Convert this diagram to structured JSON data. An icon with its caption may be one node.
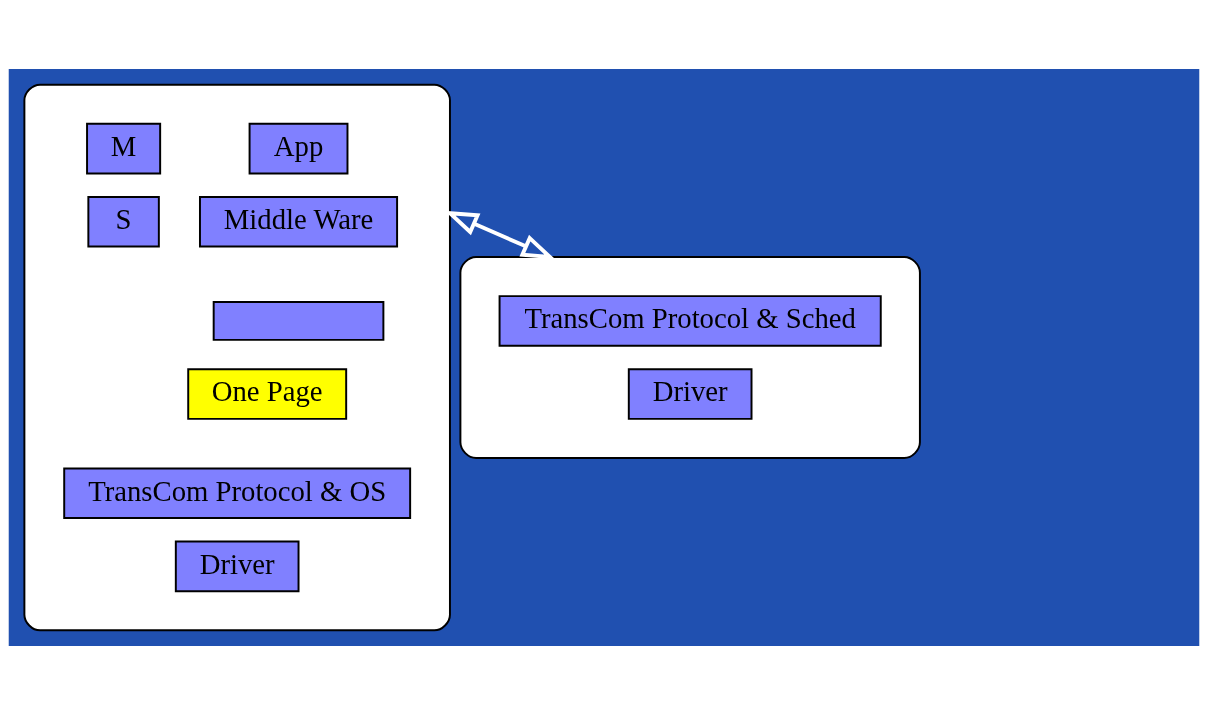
{
  "diagram": {
    "nodes": [
      {
        "text": [],
        "shape": "ellipse"
      },
      {
        "text": [
          "App"
        ],
        "in": 0
      },
      {
        "text": [
          "Middle Ware"
        ],
        "in": 0
      },
      {
        "text": [],
        "shape": "box",
        "in": 0
      },
      {
        "text": [
          "One Page"
        ],
        "in": 0
      },
      {
        "text": [
          "TransCom Protocol & OS"
        ],
        "in": 0
      },
      {
        "text": [
          "Driver"
        ],
        "in": 0
      },
      {
        "text": [
          "M"
        ],
        "in": 0
      },
      {
        "text": [
          "S"
        ],
        "in": 0
      },
      {
        "text": [],
        "shape": "ellipse"
      },
      {
        "text": [
          "TransCom Protocol & Sched"
        ],
        "in": 9
      },
      {
        "text": [
          "Driver"
        ],
        "in": 9
      }
    ],
    "edges": [
      {
        "from": 0,
        "to": 9,
        "arrow": "both"
      }
    ]
  }
}
